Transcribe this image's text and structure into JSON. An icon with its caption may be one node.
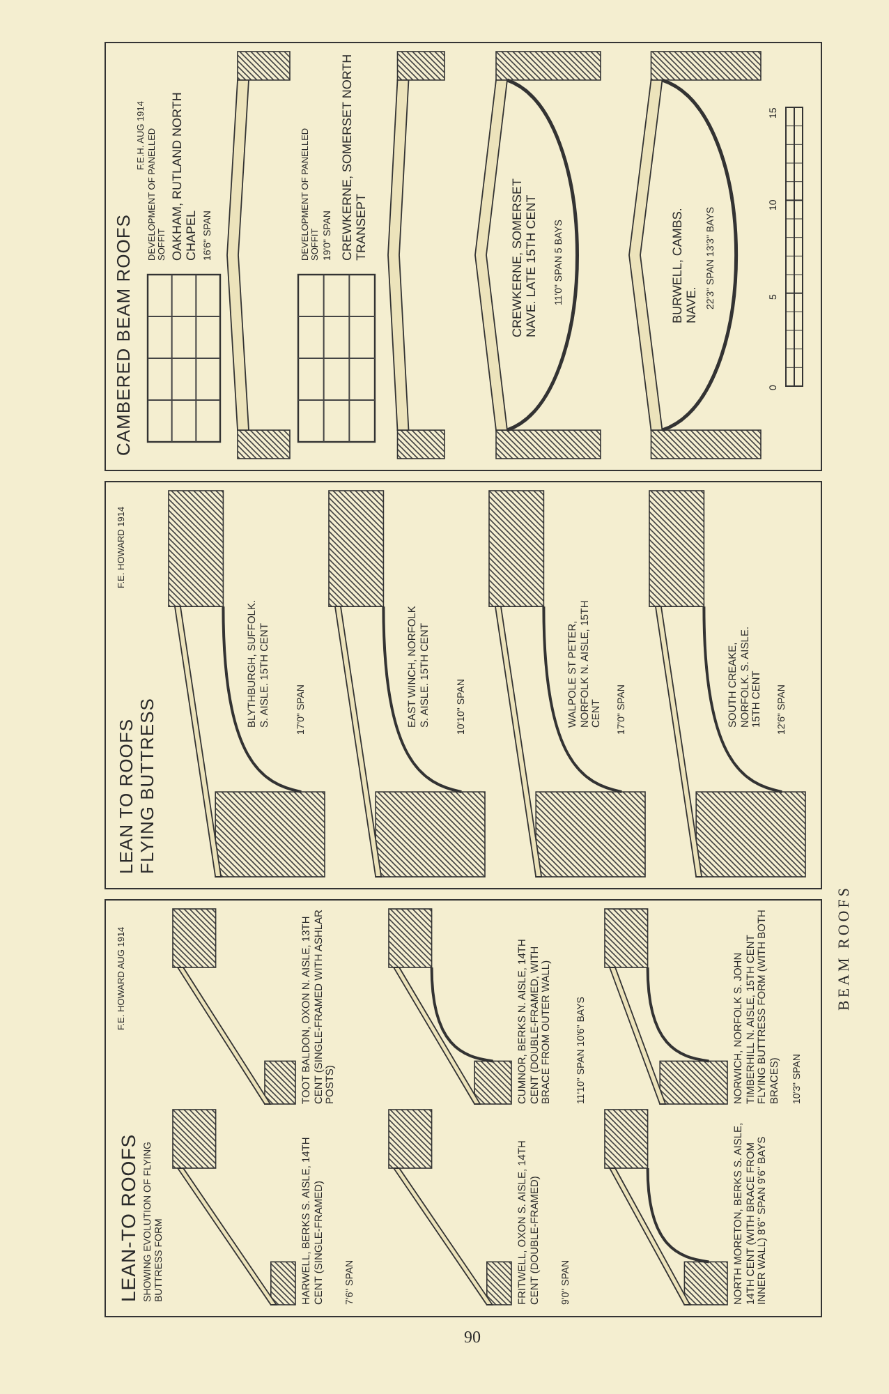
{
  "diagram": {
    "nodes": [
      {
        "text": [
          "LEAN-TO ROOFS",
          "SHOWING EVOLUTION OF FLYING BUTTRESS FORM",
          "HARWELL, BERKS S. AISLE, 14TH CENT (SINGLE-FRAMED)",
          "7'6\" SPAN",
          "TOOT BALDON, OXON N. AISLE, 13TH CENT (SINGLE-FRAMED WITH ASHLAR POSTS)",
          "FRITWELL, OXON S. AISLE, 14TH CENT (DOUBLE-FRAMED)",
          "9'0\" SPAN",
          "CUMNOR, BERKS N. AISLE, 14TH CENT (DOUBLE-FRAMED, WITH BRACE FROM OUTER WALL)",
          "11'10\" SPAN 10'6\" BAYS",
          "NORTH MORETON, BERKS S. AISLE, 14TH CENT (WITH BRACE FROM INNER WALL) 8'6\" SPAN 9'6\" BAYS",
          "NORWICH, NORFOLK S. JOHN TIMBERHILL N. AISLE, 15TH CENT FLYING BUTTRESS FORM (WITH BOTH BRACES)",
          "10'3\" SPAN",
          "F.E. HOWARD AUG 1914"
        ]
      },
      {
        "text": [
          "LEAN TO ROOFS FLYING BUTTRESS",
          "BLYTHBURGH, SUFFOLK. S. AISLE. 15TH CENT",
          "17'0\" SPAN",
          "EAST WINCH, NORFOLK S. AISLE. 15TH CENT",
          "10'10\" SPAN",
          "WALPOLE ST PETER, NORFOLK N. AISLE, 15TH CENT",
          "17'0\" SPAN",
          "SOUTH CREAKE, NORFOLK. S. AISLE. 15TH CENT",
          "12'6\" SPAN",
          "F.E. HOWARD 1914"
        ]
      },
      {
        "text": [
          "CAMBERED BEAM ROOFS",
          "DEVELOPMENT OF PANELLED SOFFIT",
          "OAKHAM, RUTLAND NORTH CHAPEL",
          "16'6\" SPAN",
          "DEVELOPMENT OF PANELLED SOFFIT",
          "19'0\" SPAN",
          "CREWKERNE, SOMERSET NORTH TRANSEPT",
          "11'0\" SPAN 5 BAYS",
          "CREWKERNE, SOMERSET NAVE. LATE 15TH CENT",
          "BURWELL, CAMBS. NAVE.",
          "22'3\" SPAN 13'3\" BAYS",
          "0",
          "5",
          "10",
          "15",
          "F.E.H. AUG 1914"
        ]
      }
    ],
    "labels": [
      "BEAM ROOFS",
      "90"
    ]
  }
}
